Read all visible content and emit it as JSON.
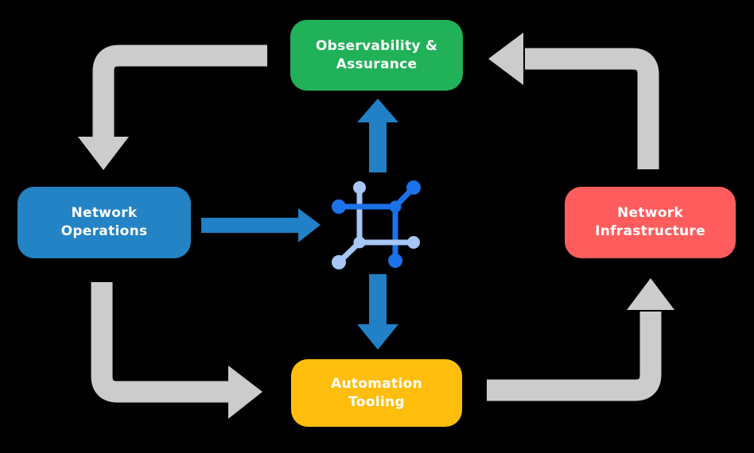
{
  "palette": {
    "background": "#000000",
    "arrow_gray": "#cccccc",
    "arrow_blue": "#2180c6",
    "icon_dark_blue": "#1c72e8",
    "icon_light_blue": "#a6c6f5",
    "text": "#ffffff"
  },
  "nodes": {
    "observability": {
      "line1": "Observability &",
      "line2": "Assurance",
      "color": "#21b158"
    },
    "operations": {
      "line1": "Network",
      "line2": "Operations",
      "color": "#2383c4"
    },
    "infrastructure": {
      "line1": "Network",
      "line2": "Infrastructure",
      "color": "#ff5d5d"
    },
    "automation": {
      "line1": "Automation",
      "line2": "Tooling",
      "color": "#ffbe0e"
    }
  },
  "connections": {
    "cycle": [
      {
        "from": "observability",
        "to": "operations"
      },
      {
        "from": "operations",
        "to": "automation"
      },
      {
        "from": "automation",
        "to": "infrastructure"
      },
      {
        "from": "infrastructure",
        "to": "observability"
      }
    ],
    "hub": [
      {
        "from": "operations",
        "to": "hub"
      },
      {
        "from": "hub",
        "to": "observability"
      },
      {
        "from": "hub",
        "to": "automation"
      }
    ]
  },
  "hub": {
    "icon": "network-mesh-icon"
  }
}
